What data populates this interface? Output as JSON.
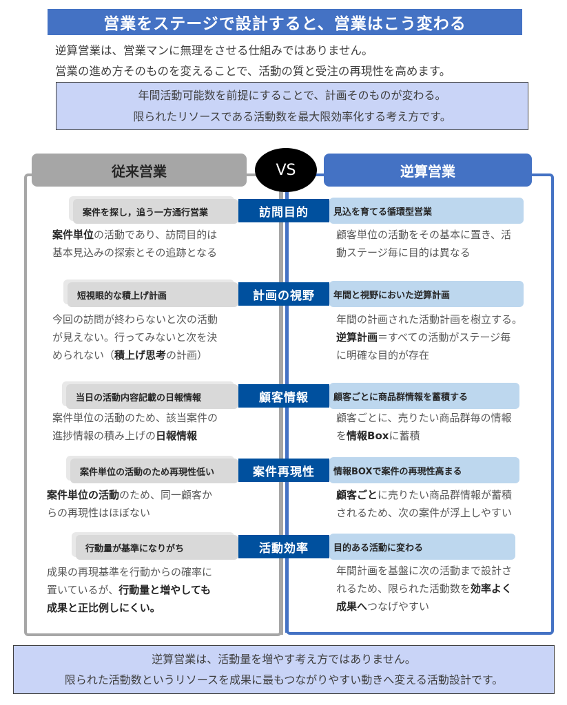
{
  "title": "営業をステージで設計すると、営業はこう変わる",
  "intro": [
    "逆算営業は、営業マンに無理をさせる仕組みではありません。",
    "営業の進め方そのものを変えることで、活動の質と受注の再現性を高めます。"
  ],
  "summary": [
    "年間活動可能数を前提にすることで、計画そのものが変わる。",
    "限られたリソースである活動数を最大限効率化する考え方です。"
  ],
  "left_header": "従来営業",
  "vs_label": "VS",
  "right_header": "逆算営業",
  "rows": [
    {
      "category": "訪問目的",
      "left_title": "案件を探し，追う一方通行営業",
      "left_desc": [
        [
          [
            "b",
            "案件単位"
          ],
          [
            "t",
            "の活動であり、訪問目的は"
          ]
        ],
        [
          [
            "t",
            "基本見込みの探索とその追跡となる"
          ]
        ]
      ],
      "right_title": "見込を育てる循環型営業",
      "right_desc": [
        [
          [
            "t",
            "顧客単位の活動をその基本に置き、活"
          ]
        ],
        [
          [
            "t",
            "動ステージ毎に目的は異なる"
          ]
        ]
      ]
    },
    {
      "category": "計画の視野",
      "left_title": "短視眼的な積上げ計画",
      "left_desc": [
        [
          [
            "t",
            "今回の訪問が終わらないと次の活動"
          ]
        ],
        [
          [
            "t",
            "が見えない。行ってみないと次を決"
          ]
        ],
        [
          [
            "t",
            "められない（"
          ],
          [
            "b",
            "積上げ思考"
          ],
          [
            "t",
            "の計画）"
          ]
        ]
      ],
      "right_title": "年間と視野においた逆算計画",
      "right_desc": [
        [
          [
            "t",
            "年間の計画された活動計画を樹立する。"
          ]
        ],
        [
          [
            "b",
            "逆算計画"
          ],
          [
            "t",
            "＝すべての活動がステージ毎"
          ]
        ],
        [
          [
            "t",
            "に明確な目的が存在"
          ]
        ]
      ]
    },
    {
      "category": "顧客情報",
      "left_title": "当日の活動内容記載の日報情報",
      "left_desc": [
        [
          [
            "t",
            "案件単位の活動のため、該当案件の"
          ]
        ],
        [
          [
            "t",
            "進捗情報の積み上げの"
          ],
          [
            "b",
            "日報情報"
          ]
        ]
      ],
      "right_title": "顧客ごとに商品群情報を蓄積する",
      "right_desc": [
        [
          [
            "t",
            "顧客ごとに、売りたい商品群毎の情報"
          ]
        ],
        [
          [
            "t",
            "を"
          ],
          [
            "b",
            "情報Box"
          ],
          [
            "t",
            "に蓄積"
          ]
        ]
      ]
    },
    {
      "category": "案件再現性",
      "left_title": "案件単位の活動のため再現性低い",
      "left_desc": [
        [
          [
            "b",
            "案件単位の活動"
          ],
          [
            "t",
            "のため、同一顧客か"
          ]
        ],
        [
          [
            "t",
            "らの再現性はほぼない"
          ]
        ]
      ],
      "right_title": "情報BOXで案件の再現性高まる",
      "right_desc": [
        [
          [
            "b",
            "顧客ごと"
          ],
          [
            "t",
            "に売りたい商品群情報が蓄積"
          ]
        ],
        [
          [
            "t",
            "されるため、次の案件が浮上しやすい"
          ]
        ]
      ]
    },
    {
      "category": "活動効率",
      "left_title": "行動量が基準になりがち",
      "left_desc": [
        [
          [
            "t",
            "成果の再現基準を行動からの確率に"
          ]
        ],
        [
          [
            "t",
            "置いているが、"
          ],
          [
            "b",
            "行動量と増やしても"
          ]
        ],
        [
          [
            "b",
            "成果と正比例しにくい。"
          ]
        ]
      ],
      "right_title": "目的ある活動に変わる",
      "right_desc": [
        [
          [
            "t",
            "年間計画を基盤に次の活動まで設計さ"
          ]
        ],
        [
          [
            "t",
            "れるため、限られた活動数を"
          ],
          [
            "b",
            "効率よく"
          ]
        ],
        [
          [
            "b",
            "成果へ"
          ],
          [
            "t",
            "つなげやすい"
          ]
        ]
      ]
    }
  ],
  "bottom": [
    "逆算営業は、活動量を増やす考え方ではありません。",
    "限られた活動数というリソースを成果に最もつながりやすい動きへ変える活動設計です。"
  ],
  "colors": {
    "title_blue": "#4472c4",
    "category_blue": "#00509e",
    "left_gray": "#a6a6a6",
    "right_light_blue": "#bdd7ee",
    "summary_bg": "#c9d4f7"
  }
}
